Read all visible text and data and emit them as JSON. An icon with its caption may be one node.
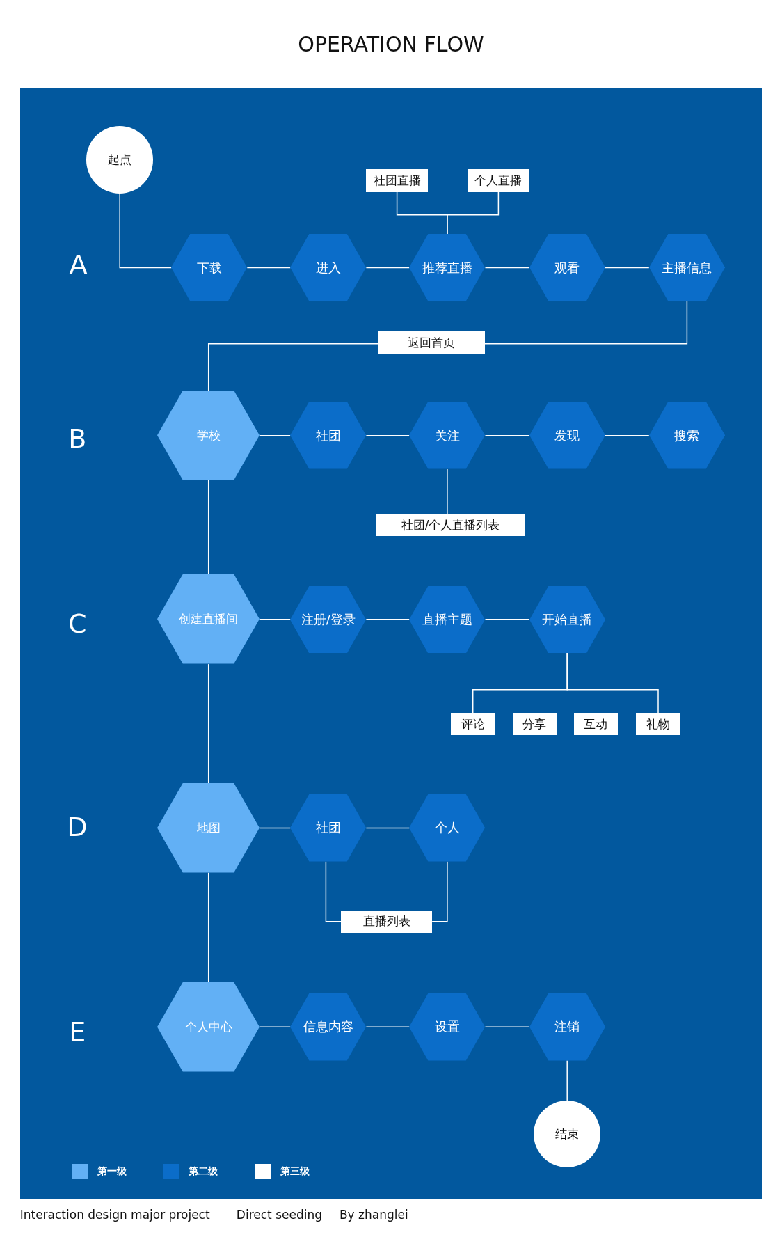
{
  "diagram": {
    "title": "OPERATION FLOW",
    "nodes": [
      {
        "text": [
          "起点"
        ]
      },
      {
        "text": [
          "社团直播"
        ]
      },
      {
        "text": [
          "个人直播"
        ]
      },
      {
        "text": [
          "下载"
        ]
      },
      {
        "text": [
          "进入"
        ]
      },
      {
        "text": [
          "推荐直播"
        ]
      },
      {
        "text": [
          "观看"
        ]
      },
      {
        "text": [
          "主播信息"
        ]
      },
      {
        "text": [
          "返回首页"
        ]
      },
      {
        "text": [
          "学校"
        ]
      },
      {
        "text": [
          "社团"
        ]
      },
      {
        "text": [
          "关注"
        ]
      },
      {
        "text": [
          "发现"
        ]
      },
      {
        "text": [
          "搜索"
        ]
      },
      {
        "text": [
          "社团/个人直播列表"
        ]
      },
      {
        "text": [
          "创建直播间"
        ]
      },
      {
        "text": [
          "注册/登录"
        ]
      },
      {
        "text": [
          "直播主题"
        ]
      },
      {
        "text": [
          "开始直播"
        ]
      },
      {
        "text": [
          "评论"
        ]
      },
      {
        "text": [
          "分享"
        ]
      },
      {
        "text": [
          "互动"
        ]
      },
      {
        "text": [
          "礼物"
        ]
      },
      {
        "text": [
          "地图"
        ]
      },
      {
        "text": [
          "社团"
        ]
      },
      {
        "text": [
          "个人"
        ]
      },
      {
        "text": [
          "直播列表"
        ]
      },
      {
        "text": [
          "个人中心"
        ]
      },
      {
        "text": [
          "信息内容"
        ]
      },
      {
        "text": [
          "设置"
        ]
      },
      {
        "text": [
          "注销"
        ]
      },
      {
        "text": [
          "结束"
        ]
      }
    ],
    "edges": [
      {
        "from": 0,
        "to": 3,
        "arrow": "none"
      },
      {
        "from": 3,
        "to": 4,
        "arrow": "none"
      },
      {
        "from": 4,
        "to": 5,
        "arrow": "none"
      },
      {
        "from": 5,
        "to": 6,
        "arrow": "none"
      },
      {
        "from": 6,
        "to": 7,
        "arrow": "none"
      },
      {
        "from": 1,
        "to": 5,
        "arrow": "none"
      },
      {
        "from": 2,
        "to": 5,
        "arrow": "none"
      },
      {
        "from": 7,
        "to": 8,
        "arrow": "none"
      },
      {
        "from": 8,
        "to": 9,
        "arrow": "none"
      },
      {
        "from": 9,
        "to": 10,
        "arrow": "none"
      },
      {
        "from": 10,
        "to": 11,
        "arrow": "none"
      },
      {
        "from": 11,
        "to": 12,
        "arrow": "none"
      },
      {
        "from": 12,
        "to": 13,
        "arrow": "none"
      },
      {
        "from": 11,
        "to": 14,
        "arrow": "none"
      },
      {
        "from": 9,
        "to": 15,
        "arrow": "none"
      },
      {
        "from": 15,
        "to": 16,
        "arrow": "none"
      },
      {
        "from": 16,
        "to": 17,
        "arrow": "none"
      },
      {
        "from": 17,
        "to": 18,
        "arrow": "none"
      },
      {
        "from": 18,
        "to": 19,
        "arrow": "none"
      },
      {
        "from": 18,
        "to": 22,
        "arrow": "none"
      },
      {
        "from": 15,
        "to": 23,
        "arrow": "none"
      },
      {
        "from": 23,
        "to": 24,
        "arrow": "none"
      },
      {
        "from": 24,
        "to": 25,
        "arrow": "none"
      },
      {
        "from": 24,
        "to": 26,
        "arrow": "none"
      },
      {
        "from": 25,
        "to": 26,
        "arrow": "none"
      },
      {
        "from": 23,
        "to": 27,
        "arrow": "none"
      },
      {
        "from": 27,
        "to": 28,
        "arrow": "none"
      },
      {
        "from": 28,
        "to": 29,
        "arrow": "none"
      },
      {
        "from": 29,
        "to": 30,
        "arrow": "none"
      },
      {
        "from": 30,
        "to": 31,
        "arrow": "none"
      }
    ],
    "labels": [
      "A",
      "B",
      "C",
      "D",
      "E",
      "Interaction design major project",
      "Direct seeding",
      "By zhanglei"
    ],
    "legend": [
      {
        "text": "第一级",
        "color": "#62b0f5"
      },
      {
        "text": "第二级",
        "color": "#0b6dc9"
      },
      {
        "text": "第三级",
        "color": "#ffffff"
      }
    ]
  }
}
